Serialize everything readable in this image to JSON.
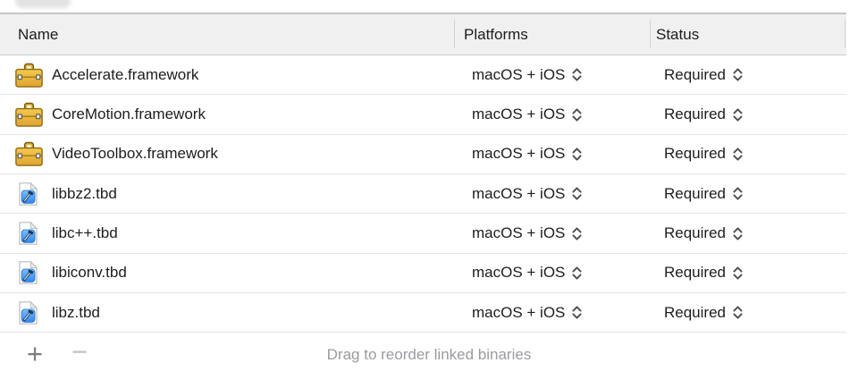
{
  "table": {
    "headers": {
      "name": "Name",
      "platforms": "Platforms",
      "status": "Status"
    },
    "rows": [
      {
        "name": "Accelerate.framework",
        "icon": "framework-icon",
        "platforms": "macOS + iOS",
        "status": "Required"
      },
      {
        "name": "CoreMotion.framework",
        "icon": "framework-icon",
        "platforms": "macOS + iOS",
        "status": "Required"
      },
      {
        "name": "VideoToolbox.framework",
        "icon": "framework-icon",
        "platforms": "macOS + iOS",
        "status": "Required"
      },
      {
        "name": "libbz2.tbd",
        "icon": "library-icon",
        "platforms": "macOS + iOS",
        "status": "Required"
      },
      {
        "name": "libc++.tbd",
        "icon": "library-icon",
        "platforms": "macOS + iOS",
        "status": "Required"
      },
      {
        "name": "libiconv.tbd",
        "icon": "library-icon",
        "platforms": "macOS + iOS",
        "status": "Required"
      },
      {
        "name": "libz.tbd",
        "icon": "library-icon",
        "platforms": "macOS + iOS",
        "status": "Required"
      }
    ]
  },
  "footer": {
    "add_button": "+",
    "remove_button": "−",
    "hint": "Drag to reorder linked binaries"
  },
  "colors": {
    "header_bg": "#f0f0f0",
    "table_top_border": "#c6c6c6",
    "header_bottom_border": "#cccccc",
    "row_separator": "#e4e4e4",
    "column_divider": "#d3d3d3",
    "text": "#1d1d1f",
    "hint_text": "#9b9ba0",
    "chevron": "#4f4f52",
    "framework_icon_gold": "#e8b83e",
    "library_icon_blue": "#2e86ec"
  }
}
